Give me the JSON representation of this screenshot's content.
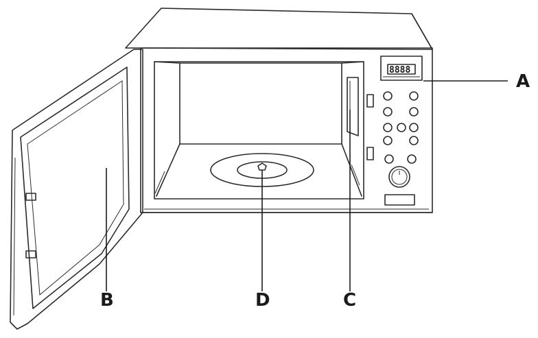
{
  "callouts": {
    "a": "A",
    "b": "B",
    "c": "C",
    "d": "D"
  },
  "display": {
    "digits": "8888"
  }
}
